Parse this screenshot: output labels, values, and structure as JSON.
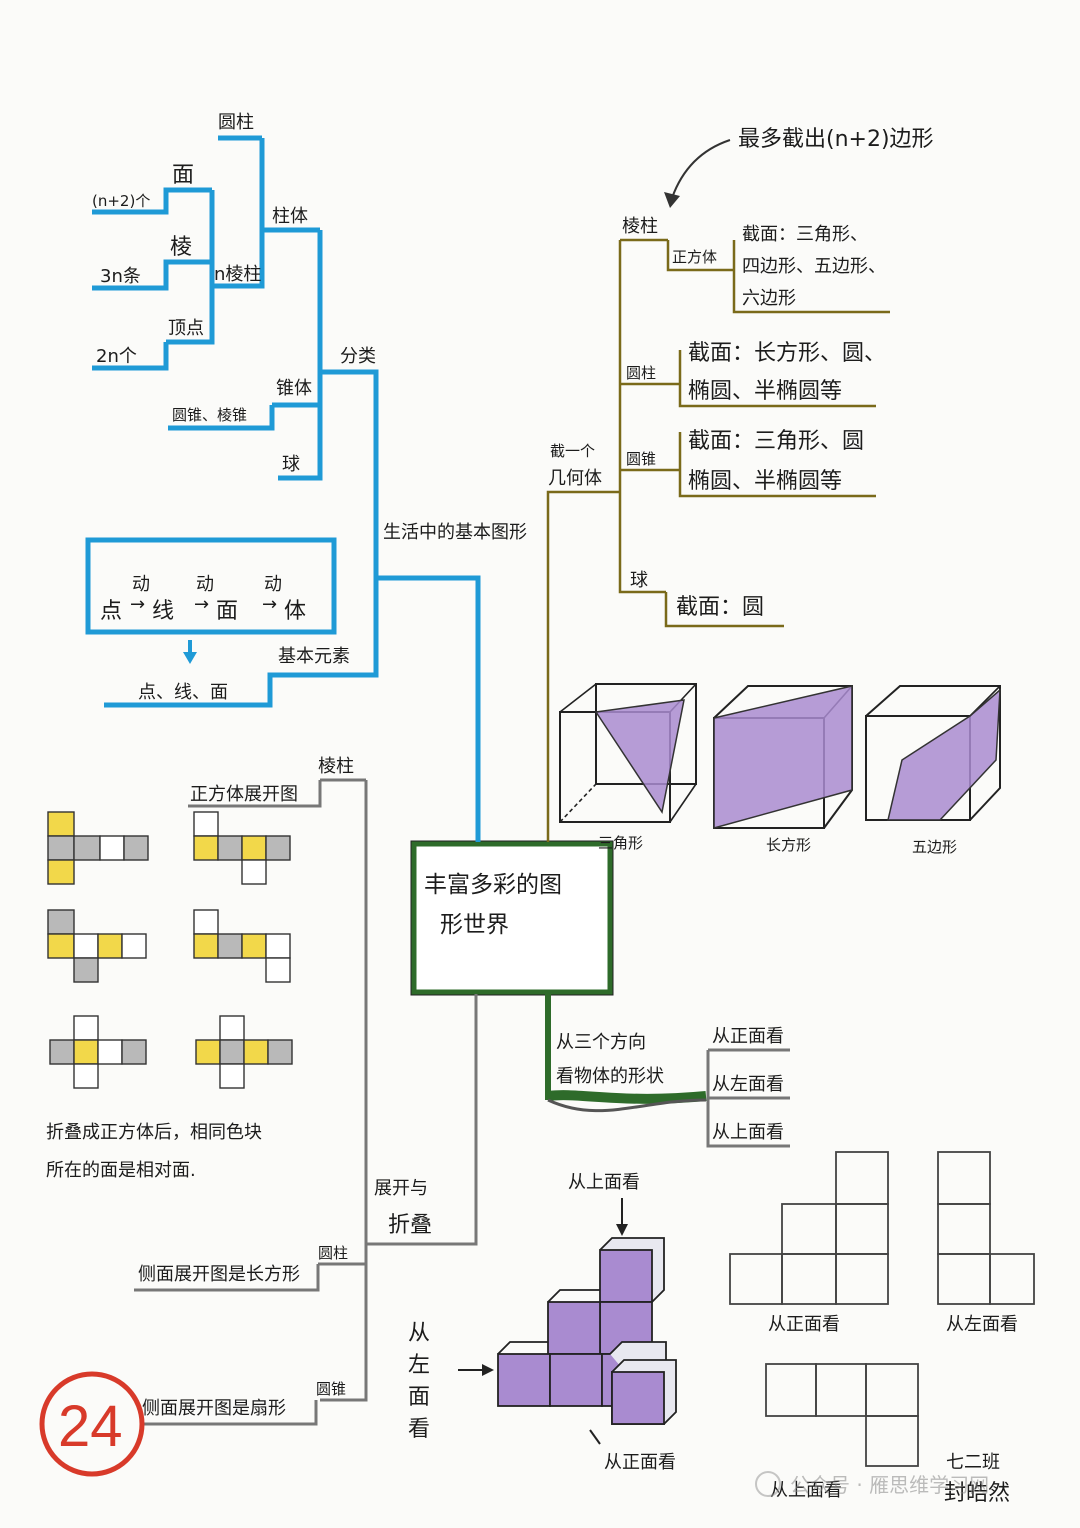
{
  "center_title": "丰富多彩的图形世界",
  "page_number": "24",
  "colors": {
    "blue": "#1f9ad6",
    "olive": "#7a6a1a",
    "gray": "#777777",
    "green": "#2e6b2a",
    "purple": "#a98bd0",
    "yellow": "#f2d84a",
    "cell_gray": "#b9b9b9",
    "red": "#d83a2a"
  },
  "left_top": {
    "branch": "生活中的基本图形",
    "classify": "分类",
    "prism": "柱体",
    "cylinder": "圆柱",
    "n_prism": "n棱柱",
    "faces": "面",
    "faces_count": "(n+2)个",
    "edges": "棱",
    "edges_count": "3n条",
    "vertices": "顶点",
    "vertices_count": "2n个",
    "cone": "锥体",
    "cone_types": "圆锥、棱锥",
    "sphere": "球",
    "elements": "基本元素",
    "elements_items": "点、线、面",
    "motion": {
      "p1": "点",
      "a1": "动",
      "p2": "线",
      "a2": "动",
      "p3": "面",
      "a3": "动",
      "p4": "体"
    }
  },
  "right_top": {
    "branch": "截一个几何体",
    "note": "最多截出(n+2)边形",
    "prism": "棱柱",
    "cube": "正方体",
    "cube_sections": [
      "截面：三角形、",
      "四边形、五边形、",
      "六边形"
    ],
    "cylinder": "圆柱",
    "cylinder_sections": [
      "截面：长方形、圆、",
      "椭圆、半椭圆等"
    ],
    "cone": "圆锥",
    "cone_sections": [
      "截面：三角形、圆",
      "椭圆、半椭圆等"
    ],
    "sphere": "球",
    "sphere_section": "截面：圆",
    "cube_labels": [
      "三角形",
      "长方形",
      "五边形"
    ]
  },
  "left_bottom": {
    "branch": "展开与折叠",
    "prism": "棱柱",
    "cube_nets": "正方体展开图",
    "note": [
      "折叠成正方体后，相同色块",
      "所在的面是相对面."
    ],
    "cylinder": "圆柱",
    "cylinder_note": "侧面展开图是长方形",
    "cone": "圆锥",
    "cone_note": "侧面展开图是扇形"
  },
  "right_bottom": {
    "branch": [
      "从三个方向",
      "看物体的形状"
    ],
    "views": [
      "从正面看",
      "从左面看",
      "从上面看"
    ],
    "label_top": "从上面看",
    "label_left": "从左面看",
    "label_front": "从正面看",
    "view_front": "从正面看",
    "view_left": "从左面看",
    "view_top": "从上面看"
  },
  "signature": [
    "七二班",
    "封皓然"
  ],
  "watermark": "公众号 · 雁思维学习网"
}
